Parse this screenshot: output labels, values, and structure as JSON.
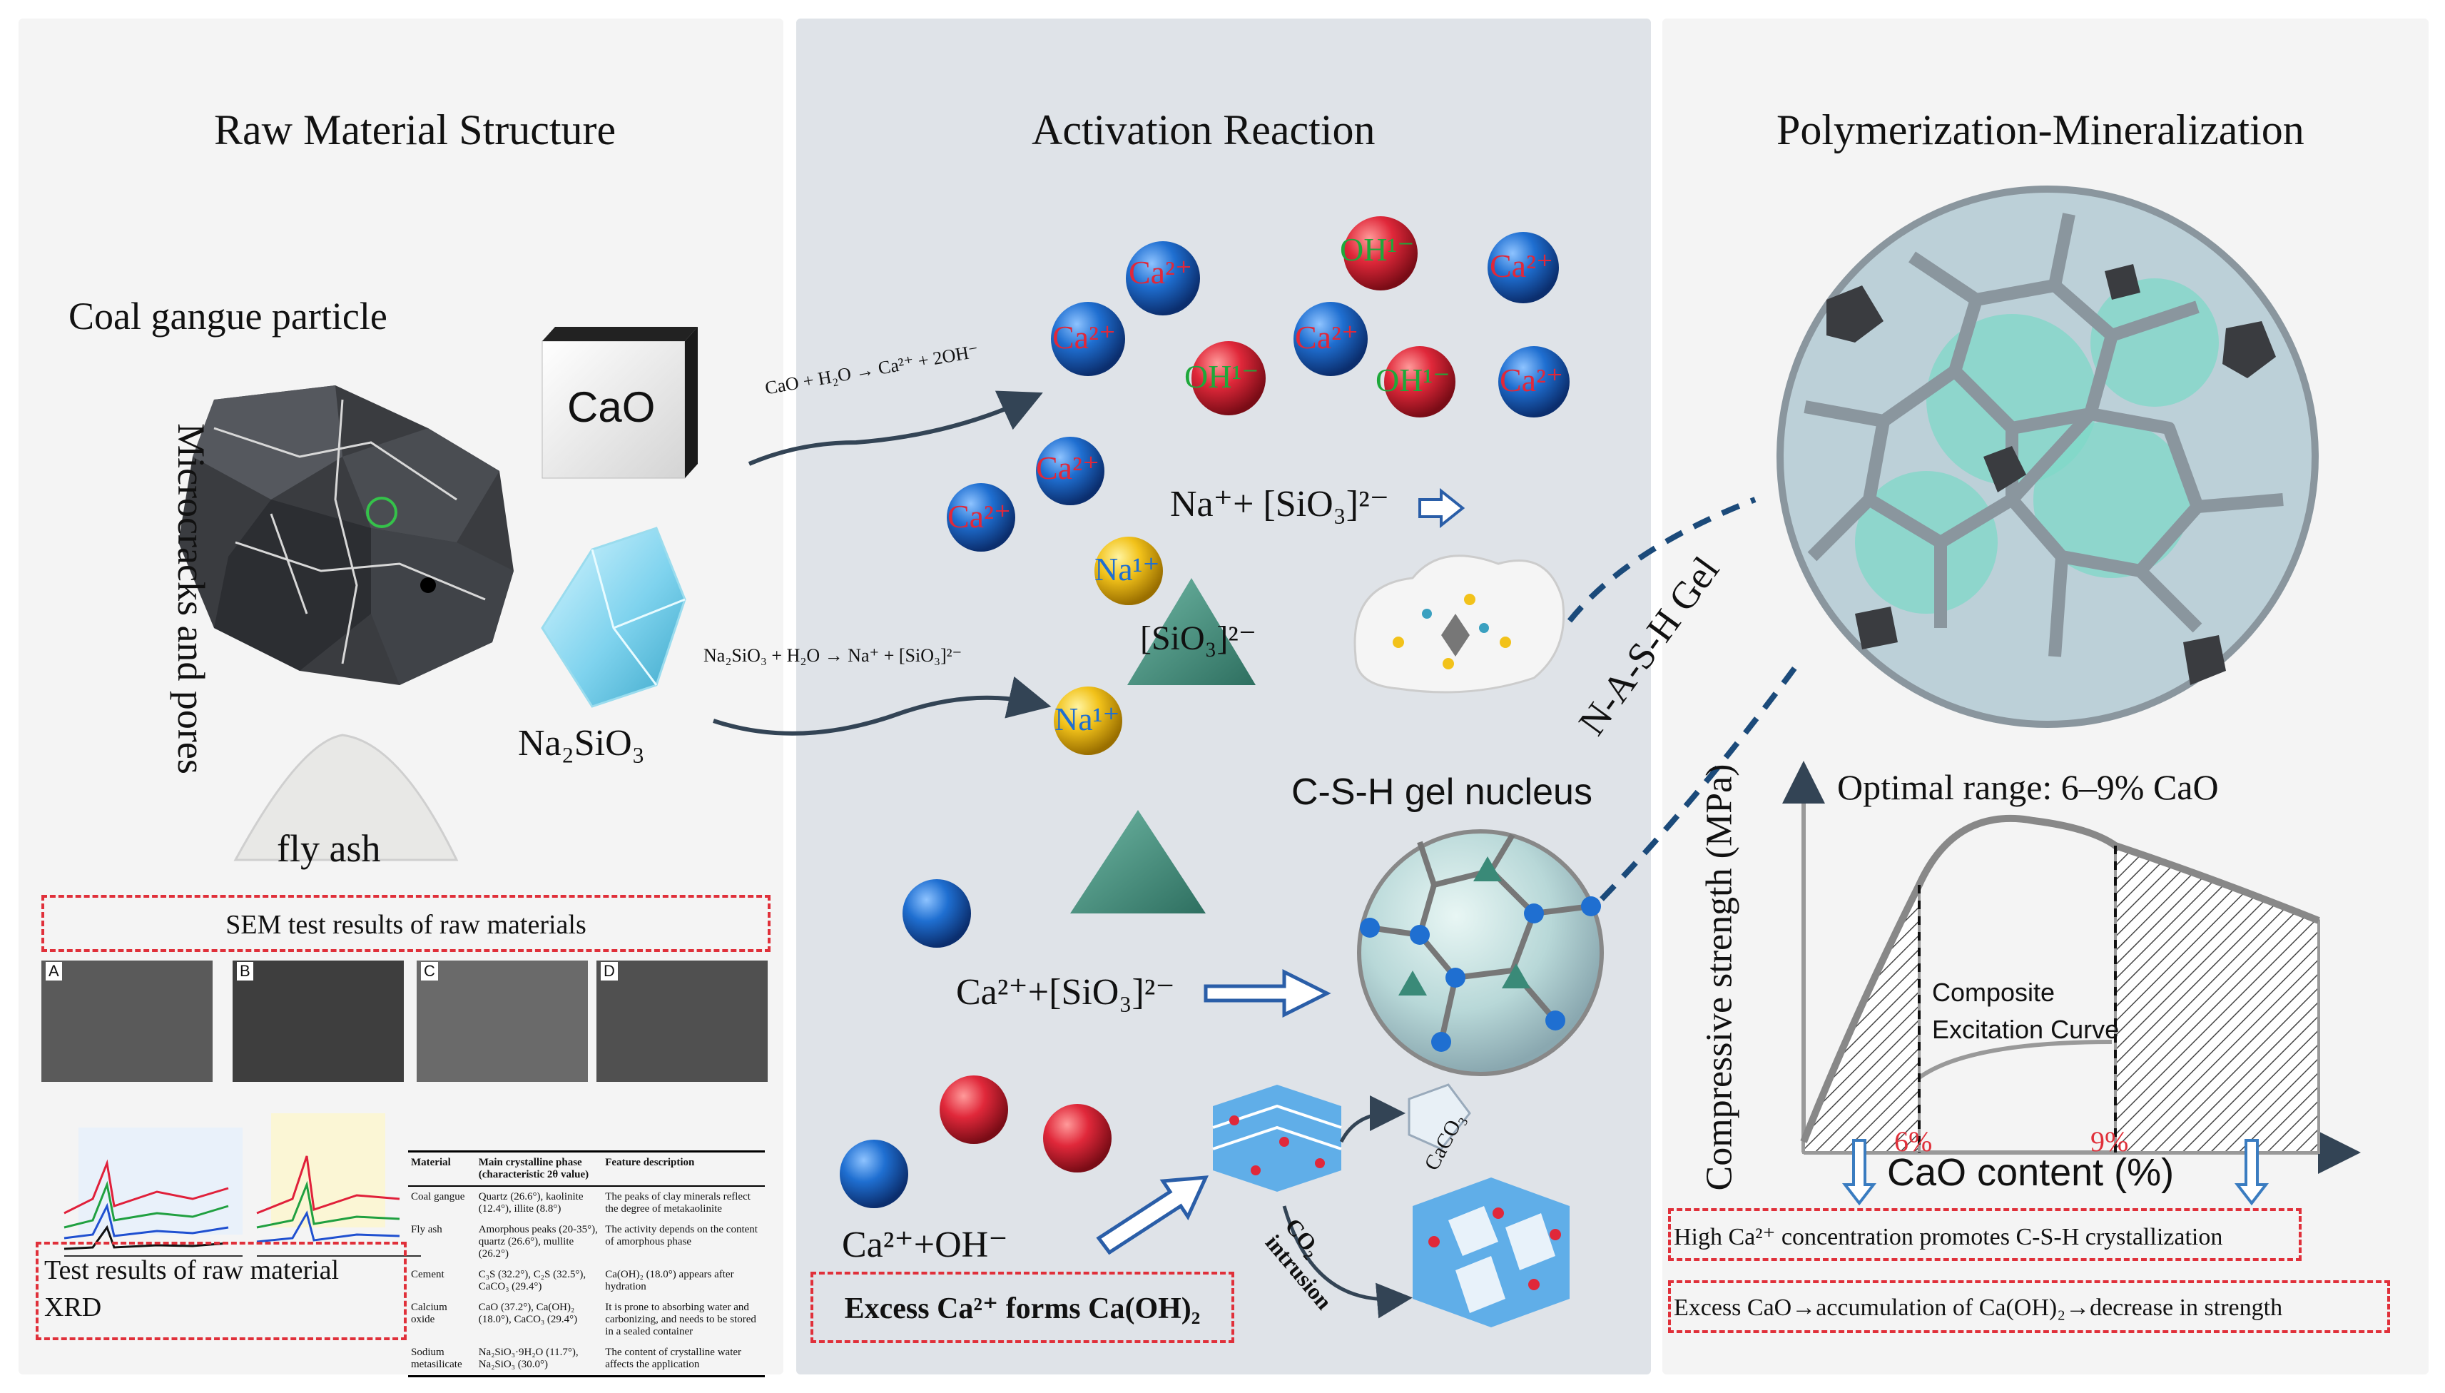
{
  "titles": {
    "left": "Raw Material Structure",
    "mid": "Activation Reaction",
    "right": "Polymerization-Mineralization"
  },
  "left": {
    "coal_label": "Coal gangue particle",
    "microcracks_label": "Microcracks and pores",
    "cao_label": "CaO",
    "na2sio3_label": "Na₂SiO₃",
    "flyash_label": "fly ash",
    "sem_title": "SEM test results  of raw materials",
    "sem_panels": [
      "A",
      "B",
      "C",
      "D"
    ],
    "xrd_label": "Test results  of raw material XRD",
    "table": {
      "headers": [
        "Material",
        "Main crystalline phase (characteristic 2θ value)",
        "Feature description"
      ],
      "rows": [
        [
          "Coal gangue",
          "Quartz (26.6°), kaolinite (12.4°), illite (8.8°)",
          "The peaks of clay minerals reflect the degree of metakaolinite"
        ],
        [
          "Fly ash",
          "Amorphous peaks (20-35°), quartz (26.6°), mullite (26.2°)",
          "The activity depends on the content of amorphous phase"
        ],
        [
          "Cement",
          "C₃S (32.2°), C₂S (32.5°), CaCO₃ (29.4°)",
          "Ca(OH)₂ (18.0°) appears after hydration"
        ],
        [
          "Calcium oxide",
          "CaO (37.2°), Ca(OH)₂ (18.0°), CaCO₃ (29.4°)",
          "It is prone to absorbing water and carbonizing, and needs to be stored in a sealed container"
        ],
        [
          "Sodium metasilicate",
          "Na₂SiO₃·9H₂O (11.7°), Na₂SiO₃ (30.0°)",
          "The content of crystalline water affects the application"
        ]
      ]
    }
  },
  "mid": {
    "eq1": "CaO + H₂O → Ca²⁺ + 2OH⁻",
    "eq2": "Na₂SiO₃  + H₂O → Na⁺ + [SiO₃]²⁻",
    "ion_ca": "Ca²⁺",
    "ion_oh": "OH¹⁻",
    "ion_na": "Na¹⁺",
    "silicate_label": "[SiO₃]²⁻",
    "na_silicate": "Na⁺+ [SiO₃]²⁻",
    "ca_silicate": "Ca²⁺+[SiO₃]²⁻",
    "ca_oh": "Ca²⁺+OH⁻",
    "excess_box": "Excess Ca²⁺ forms Ca(OH)₂",
    "csh_label": "C-S-H  gel nucleus",
    "caco3_label": "CaCO₃",
    "co2_label": "CO₂ intrusion"
  },
  "right": {
    "nash_label": "N-A-S-H Gel",
    "box1": "High Ca²⁺ concentration promotes C-S-H crystallization",
    "box2": "Excess CaO→accumulation of Ca(OH)₂→decrease in strength"
  },
  "chart_data": {
    "type": "line",
    "title": "Optimal range:  6–9% CaO",
    "xlabel": "CaO content  (%)",
    "ylabel": "Compressive strength (MPa)",
    "curve_label": "Composite Excitation  Curve",
    "x_marks": [
      "6%",
      "9%"
    ],
    "colors": {
      "marks": "#e0303a",
      "arrows": "#3a7cc0",
      "curve": "#888888"
    }
  }
}
